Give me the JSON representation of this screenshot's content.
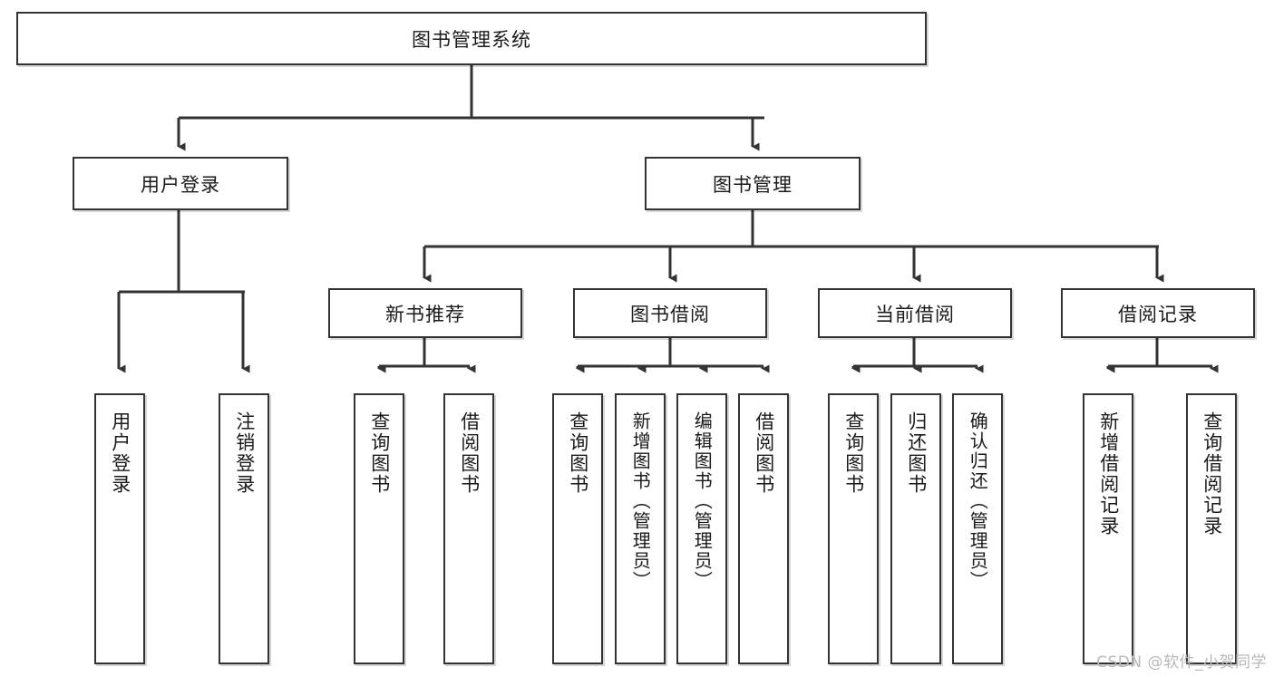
{
  "diagram": {
    "title": "图书管理系统",
    "type": "tree-hierarchy-chart",
    "watermark": "CSDN @软件_小贺同学",
    "colors": {
      "box_border": "#333333",
      "box_fill": "#ffffff",
      "text": "#1a1a1a",
      "edge": "#333333",
      "watermark": "#b8b8b8",
      "background": "#ffffff"
    },
    "nodes": {
      "root": {
        "label": "图书管理系统"
      },
      "level1": [
        {
          "id": "user-login",
          "label": "用户登录"
        },
        {
          "id": "book-manage",
          "label": "图书管理"
        }
      ],
      "level2": [
        {
          "id": "new-book-recommend",
          "label": "新书推荐"
        },
        {
          "id": "book-borrow",
          "label": "图书借阅"
        },
        {
          "id": "current-borrow",
          "label": "当前借阅"
        },
        {
          "id": "borrow-record",
          "label": "借阅记录"
        }
      ],
      "leaves": {
        "user_login": [
          {
            "id": "leaf-user-login",
            "label": "用户登录"
          },
          {
            "id": "leaf-logout",
            "label": "注销登录"
          }
        ],
        "new_book_recommend": [
          {
            "id": "leaf-query-book-1",
            "label": "查询图书"
          },
          {
            "id": "leaf-borrow-book-1",
            "label": "借阅图书"
          }
        ],
        "book_borrow": [
          {
            "id": "leaf-query-book-2",
            "label": "查询图书"
          },
          {
            "id": "leaf-add-book",
            "label": "新增图书（管理员）"
          },
          {
            "id": "leaf-edit-book",
            "label": "编辑图书（管理员）"
          },
          {
            "id": "leaf-borrow-book-2",
            "label": "借阅图书"
          }
        ],
        "current_borrow": [
          {
            "id": "leaf-query-book-3",
            "label": "查询图书"
          },
          {
            "id": "leaf-return-book",
            "label": "归还图书"
          },
          {
            "id": "leaf-confirm-return",
            "label": "确认归还（管理员）"
          }
        ],
        "borrow_record": [
          {
            "id": "leaf-add-record",
            "label": "新增借阅记录"
          },
          {
            "id": "leaf-query-record",
            "label": "查询借阅记录"
          }
        ]
      }
    }
  }
}
